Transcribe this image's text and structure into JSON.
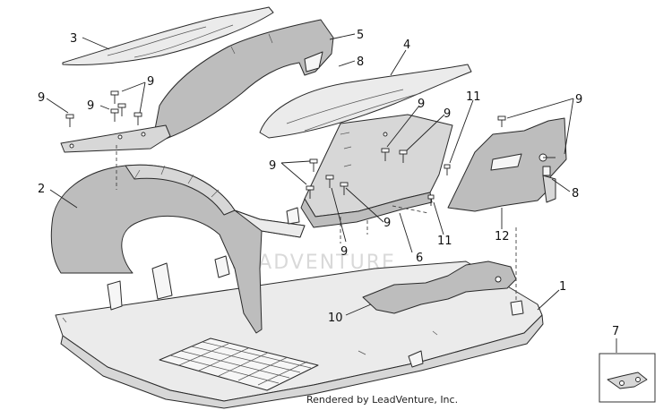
{
  "callouts": {
    "c1": "1",
    "c2": "2",
    "c3": "3",
    "c4": "4",
    "c5": "5",
    "c6": "6",
    "c7": "7",
    "c8a": "8",
    "c8b": "8",
    "c9a": "9",
    "c9b": "9",
    "c9c": "9",
    "c9d": "9",
    "c9e": "9",
    "c9f": "9",
    "c9g": "9",
    "c9h": "9",
    "c9i": "9",
    "c10": "10",
    "c11a": "11",
    "c11b": "11",
    "c12": "12"
  },
  "watermark": "LEADVENTURE",
  "credit": "Rendered by LeadVenture, Inc."
}
